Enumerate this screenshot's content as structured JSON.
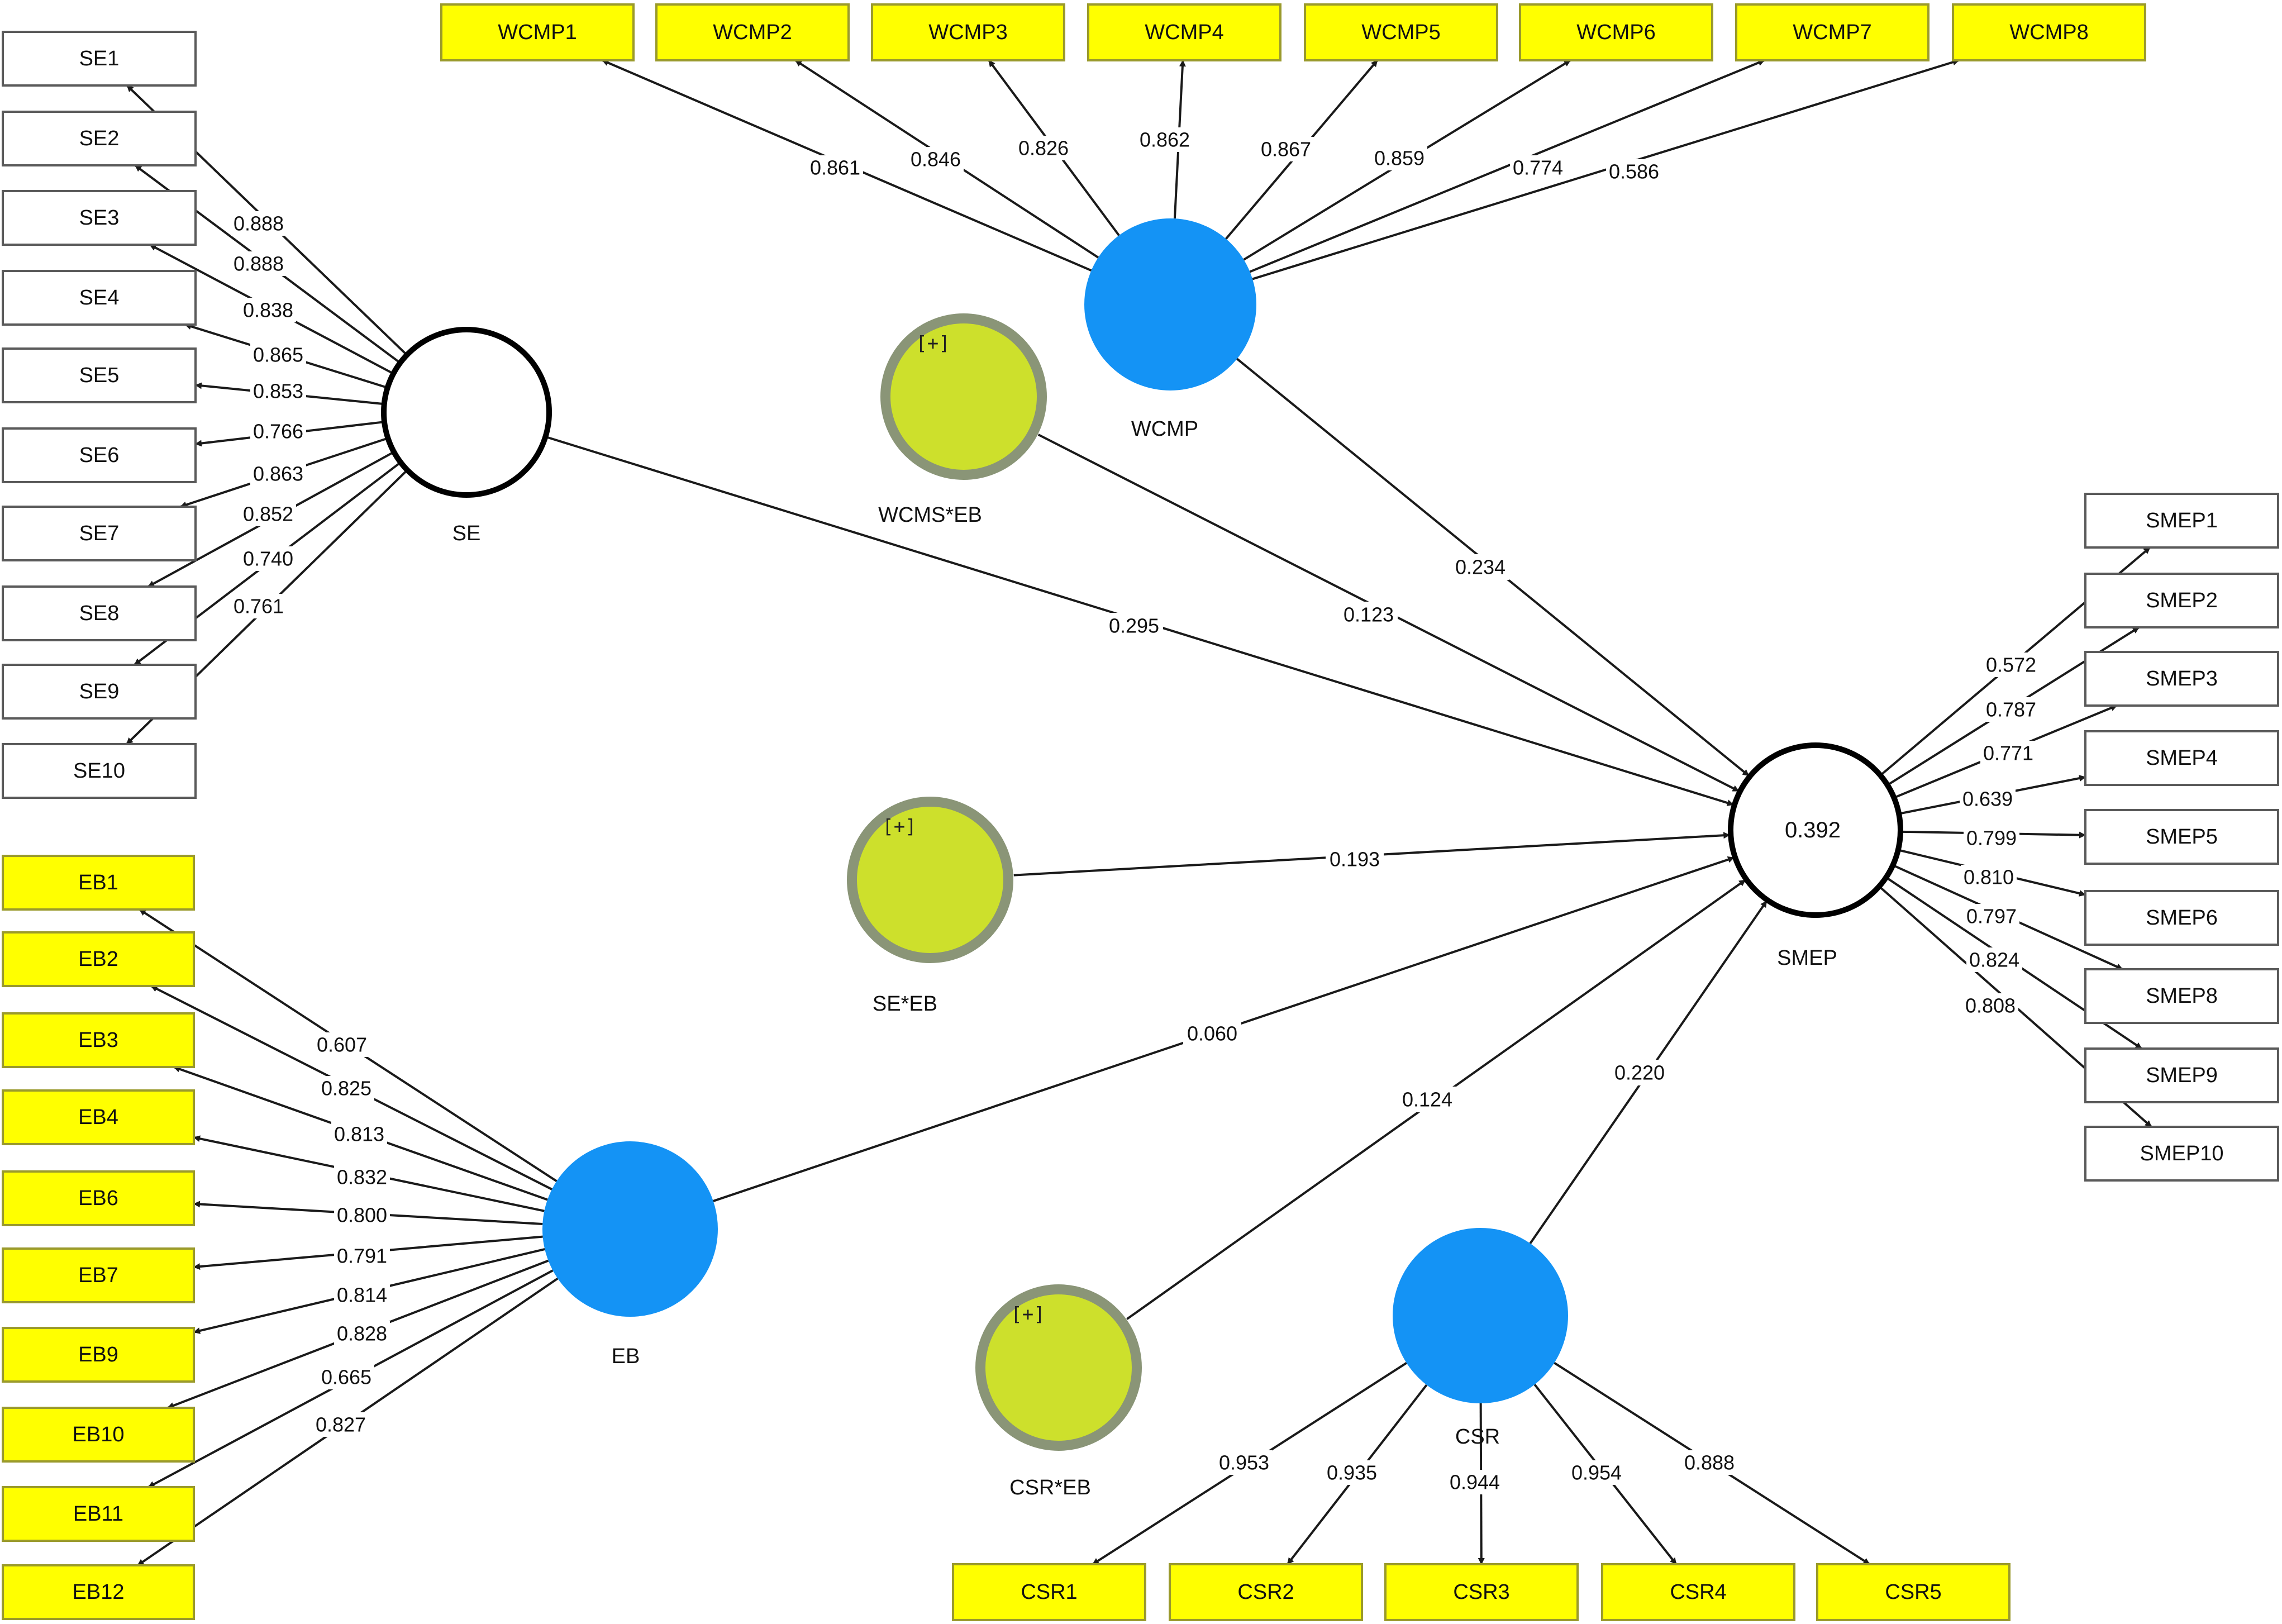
{
  "colors": {
    "latent_blue": "#1493f5",
    "moderator_fill": "#cde02c",
    "moderator_border": "#8a9577",
    "indicator_yellow": "#ffff00",
    "indicator_yellow_border": "#9a9a2c",
    "indicator_white_border": "#5a5a5a",
    "edge": "#1a1a1a"
  },
  "constructs": {
    "SE": {
      "label": "SE",
      "style": "white"
    },
    "WCMP": {
      "label": "WCMP",
      "style": "blue"
    },
    "SMEP": {
      "label": "SMEP",
      "style": "white",
      "r2": "0.392"
    },
    "EB": {
      "label": "EB",
      "style": "blue"
    },
    "CSR": {
      "label": "CSR",
      "style": "blue"
    },
    "WCMS_EB": {
      "label": "WCMS*EB",
      "style": "moderator",
      "mark": "[+]"
    },
    "SE_EB": {
      "label": "SE*EB",
      "style": "moderator",
      "mark": "[+]"
    },
    "CSR_EB": {
      "label": "CSR*EB",
      "style": "moderator",
      "mark": "[+]"
    }
  },
  "indicators": {
    "SE": {
      "style": "white",
      "items": [
        {
          "name": "SE1",
          "loading": "0.888"
        },
        {
          "name": "SE2",
          "loading": "0.888"
        },
        {
          "name": "SE3",
          "loading": "0.838"
        },
        {
          "name": "SE4",
          "loading": "0.865"
        },
        {
          "name": "SE5",
          "loading": "0.853"
        },
        {
          "name": "SE6",
          "loading": "0.766"
        },
        {
          "name": "SE7",
          "loading": "0.863"
        },
        {
          "name": "SE8",
          "loading": "0.852"
        },
        {
          "name": "SE9",
          "loading": "0.740"
        },
        {
          "name": "SE10",
          "loading": "0.761"
        }
      ]
    },
    "WCMP": {
      "style": "yellow",
      "items": [
        {
          "name": "WCMP1",
          "loading": "0.861"
        },
        {
          "name": "WCMP2",
          "loading": "0.846"
        },
        {
          "name": "WCMP3",
          "loading": "0.826"
        },
        {
          "name": "WCMP4",
          "loading": "0.862"
        },
        {
          "name": "WCMP5",
          "loading": "0.867"
        },
        {
          "name": "WCMP6",
          "loading": "0.859"
        },
        {
          "name": "WCMP7",
          "loading": "0.774"
        },
        {
          "name": "WCMP8",
          "loading": "0.586"
        }
      ]
    },
    "SMEP": {
      "style": "white",
      "items": [
        {
          "name": "SMEP1",
          "loading": "0.572"
        },
        {
          "name": "SMEP2",
          "loading": "0.787"
        },
        {
          "name": "SMEP3",
          "loading": "0.771"
        },
        {
          "name": "SMEP4",
          "loading": "0.639"
        },
        {
          "name": "SMEP5",
          "loading": "0.799"
        },
        {
          "name": "SMEP6",
          "loading": "0.810"
        },
        {
          "name": "SMEP8",
          "loading": "0.797"
        },
        {
          "name": "SMEP9",
          "loading": "0.824"
        },
        {
          "name": "SMEP10",
          "loading": "0.808"
        }
      ]
    },
    "EB": {
      "style": "yellow",
      "items": [
        {
          "name": "EB1",
          "loading": "0.607"
        },
        {
          "name": "EB2",
          "loading": "0.825"
        },
        {
          "name": "EB3",
          "loading": "0.813"
        },
        {
          "name": "EB4",
          "loading": "0.832"
        },
        {
          "name": "EB6",
          "loading": "0.800"
        },
        {
          "name": "EB7",
          "loading": "0.791"
        },
        {
          "name": "EB9",
          "loading": "0.814"
        },
        {
          "name": "EB10",
          "loading": "0.828"
        },
        {
          "name": "EB11",
          "loading": "0.665"
        },
        {
          "name": "EB12",
          "loading": "0.827"
        }
      ]
    },
    "CSR": {
      "style": "yellow",
      "items": [
        {
          "name": "CSR1",
          "loading": "0.953"
        },
        {
          "name": "CSR2",
          "loading": "0.935"
        },
        {
          "name": "CSR3",
          "loading": "0.944"
        },
        {
          "name": "CSR4",
          "loading": "0.954"
        },
        {
          "name": "CSR5",
          "loading": "0.888"
        }
      ]
    }
  },
  "paths": [
    {
      "from": "SE",
      "to": "SMEP",
      "coef": "0.295"
    },
    {
      "from": "WCMS_EB",
      "to": "SMEP",
      "coef": "0.123"
    },
    {
      "from": "WCMP",
      "to": "SMEP",
      "coef": "0.234"
    },
    {
      "from": "SE_EB",
      "to": "SMEP",
      "coef": "0.193"
    },
    {
      "from": "EB",
      "to": "SMEP",
      "coef": "0.060"
    },
    {
      "from": "CSR_EB",
      "to": "SMEP",
      "coef": "0.124"
    },
    {
      "from": "CSR",
      "to": "SMEP",
      "coef": "0.220"
    }
  ]
}
